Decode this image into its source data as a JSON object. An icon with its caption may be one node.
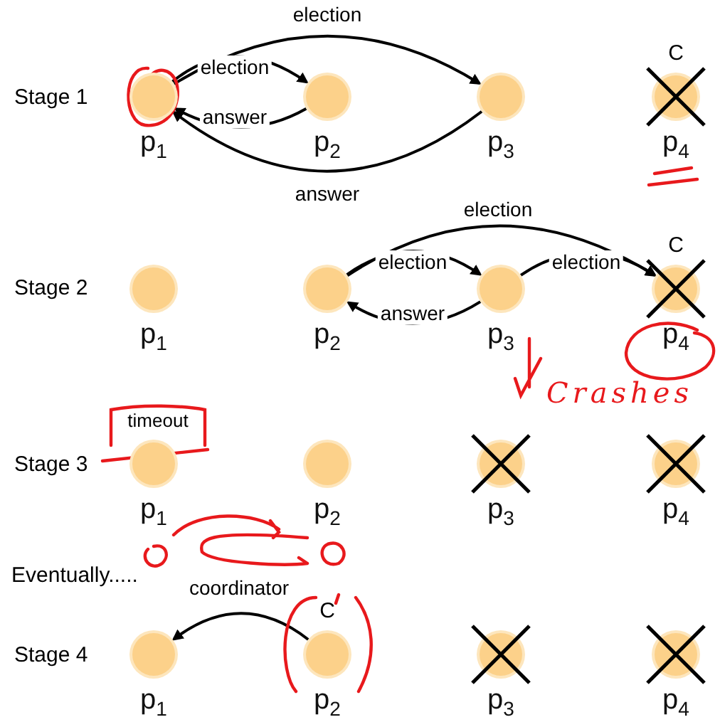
{
  "diagram": {
    "nodes": [
      {
        "text": [
          "p$_{1}$"
        ]
      },
      {
        "text": [
          "p$_{2}$"
        ]
      },
      {
        "text": [
          "p$_{3}$"
        ]
      },
      {
        "text": [
          "p$_{4}$"
        ],
        "beside": [
          "C"
        ]
      },
      {
        "text": [
          "p$_{1}$"
        ]
      },
      {
        "text": [
          "p$_{2}$"
        ]
      },
      {
        "text": [
          "p$_{3}$"
        ]
      },
      {
        "text": [
          "p$_{4}$"
        ],
        "beside": [
          "C"
        ]
      },
      {
        "text": [
          "timeout"
        ]
      },
      {
        "text": [
          "p$_{1}$"
        ]
      },
      {
        "text": [
          "p$_{2}$"
        ]
      },
      {
        "text": [
          "p$_{3}$"
        ]
      },
      {
        "text": [
          "p$_{4}$"
        ]
      },
      {
        "text": [
          "p$_{1}$"
        ]
      },
      {
        "text": [
          "p$_{2}$"
        ],
        "beside": [
          "C"
        ]
      },
      {
        "text": [
          "p$_{3}$"
        ]
      },
      {
        "text": [
          "p$_{4}$"
        ]
      }
    ],
    "edges": [
      {
        "from": 0,
        "to": 1,
        "arrow": "to",
        "label": "election"
      },
      {
        "from": 0,
        "to": 2,
        "arrow": "to",
        "label": "election"
      },
      {
        "from": 1,
        "to": 0,
        "arrow": "to",
        "label": "answer"
      },
      {
        "from": 2,
        "to": 0,
        "arrow": "to",
        "label": "answer"
      },
      {
        "from": 5,
        "to": 6,
        "arrow": "to",
        "label": "election"
      },
      {
        "from": 5,
        "to": 7,
        "arrow": "to",
        "label": "election"
      },
      {
        "from": 6,
        "to": 7,
        "arrow": "to",
        "label": "election"
      },
      {
        "from": 6,
        "to": 5,
        "arrow": "to",
        "label": "answer"
      },
      {
        "from": 14,
        "to": 13,
        "arrow": "to",
        "label": "coordinator"
      }
    ],
    "labels": [
      "Stage 1",
      "Stage 2",
      "Crashes",
      "Stage 3",
      "Eventually.....",
      "Stage 4"
    ]
  }
}
